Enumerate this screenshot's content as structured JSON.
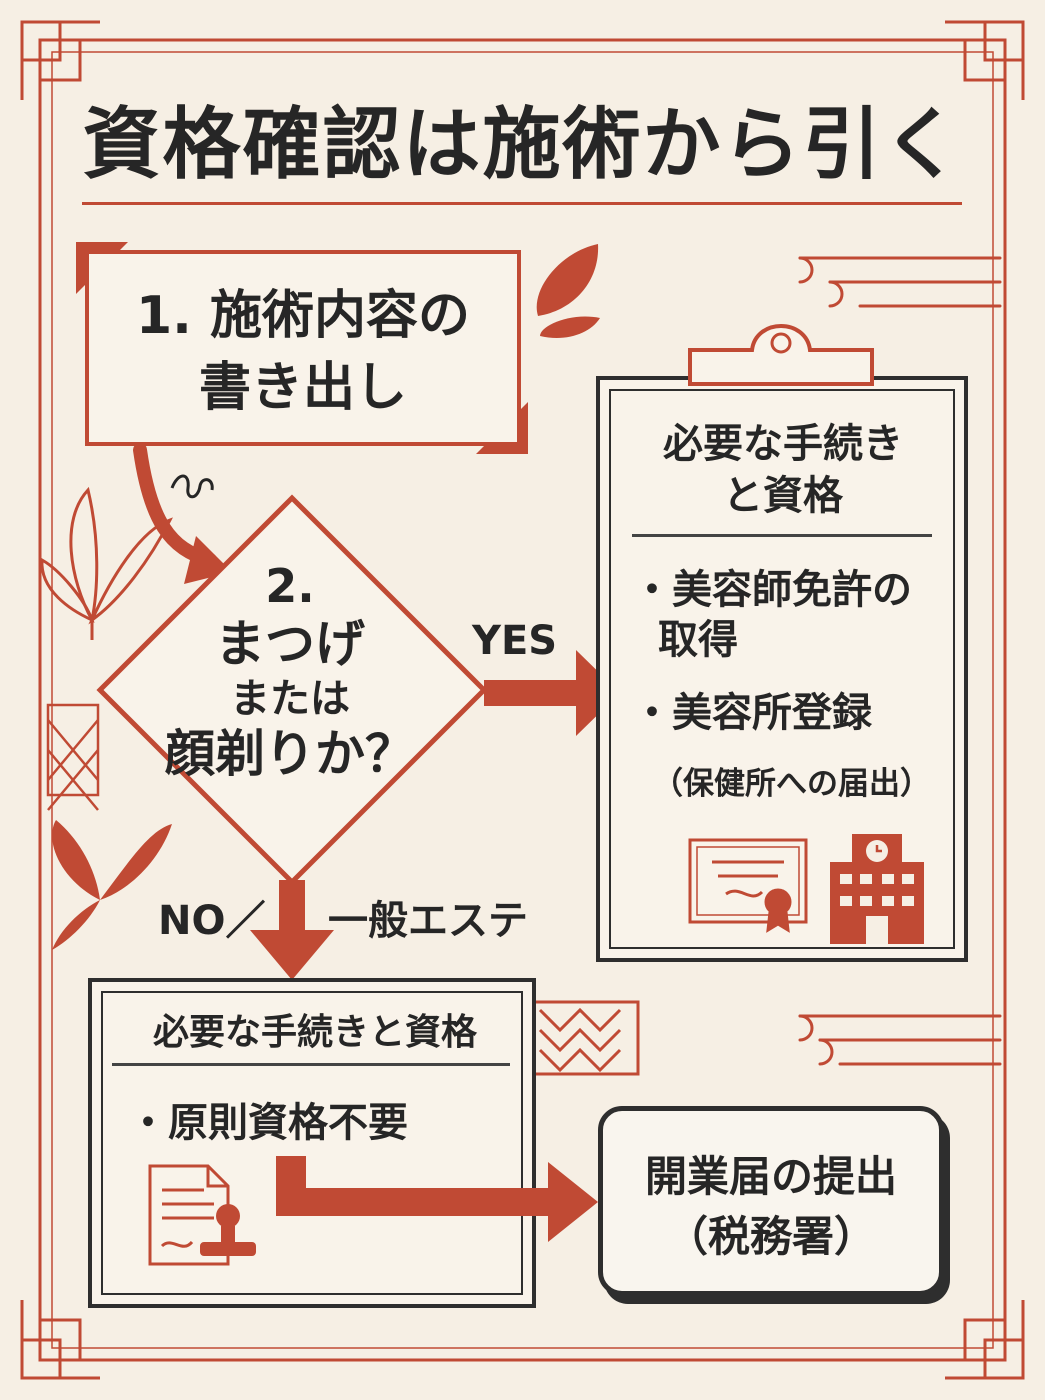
{
  "title": "資格確認は施術から引く",
  "step1": {
    "line1": "1. 施術内容の",
    "line2": "書き出し"
  },
  "decision": {
    "number": "2.",
    "line1": "まつげ",
    "line2": "または",
    "line3": "顔剃りか？"
  },
  "branch_yes": "YES",
  "branch_no": "NO／",
  "branch_general": "一般エステ",
  "yes_card": {
    "title_line1": "必要な手続き",
    "title_line2": "と資格",
    "item1_line1": "・美容師免許の",
    "item1_line2": "取得",
    "item2": "・美容所登録",
    "item2_sub": "（保健所への届出）",
    "icons": [
      "certificate-icon",
      "building-icon"
    ]
  },
  "no_card": {
    "title": "必要な手続きと資格",
    "item1": "・原則資格不要",
    "icons": [
      "document-stamp-icon"
    ]
  },
  "final": {
    "line1": "開業届の提出",
    "line2": "（税務署）"
  },
  "colors": {
    "accent": "#c04a34",
    "background": "#f6efe4",
    "dark": "#2e2e2e"
  }
}
